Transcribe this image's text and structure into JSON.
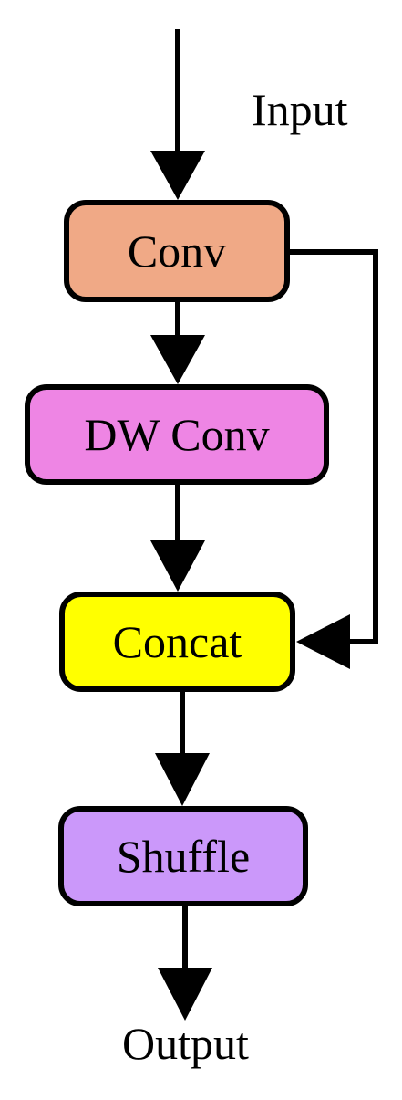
{
  "diagram": {
    "input_label": "Input",
    "output_label": "Output",
    "nodes": {
      "conv": {
        "label": "Conv",
        "color": "#F0A986"
      },
      "dwconv": {
        "label": "DW Conv",
        "color": "#EE85E4"
      },
      "concat": {
        "label": "Concat",
        "color": "#FFFF00"
      },
      "shuffle": {
        "label": "Shuffle",
        "color": "#CB98FA"
      }
    },
    "edges": [
      {
        "from": "input",
        "to": "conv"
      },
      {
        "from": "conv",
        "to": "dwconv"
      },
      {
        "from": "dwconv",
        "to": "concat"
      },
      {
        "from": "conv",
        "to": "concat",
        "kind": "skip"
      },
      {
        "from": "concat",
        "to": "shuffle"
      },
      {
        "from": "shuffle",
        "to": "output"
      }
    ]
  }
}
